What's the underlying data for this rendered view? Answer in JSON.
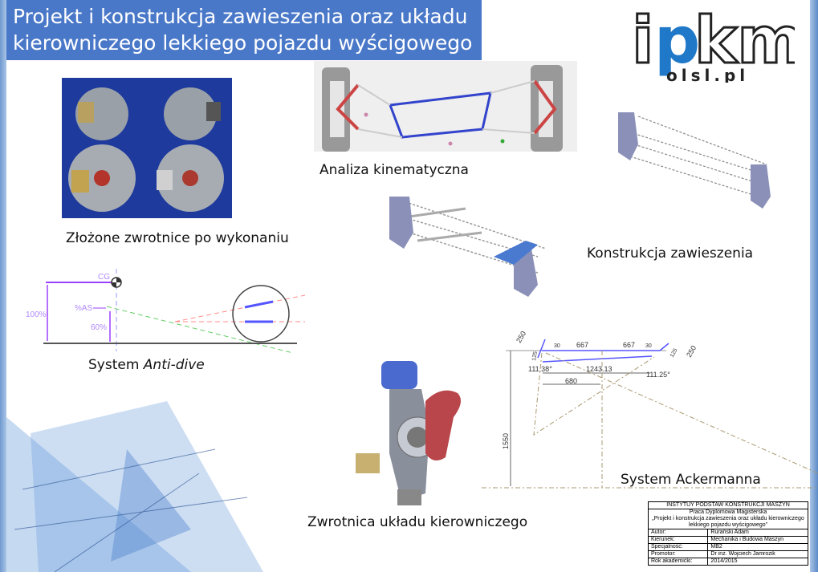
{
  "title": "Projekt i konstrukcja zawieszenia oraz układu kierowniczego lekkiego pojazdu wyścigowego",
  "logo": {
    "text": "ipkm",
    "sub": "polsl.pl"
  },
  "captions": {
    "knuckles": "Złożone zwrotnice po wykonaniu",
    "kinematics": "Analiza kinematyczna",
    "suspension": "Konstrukcja zawieszenia",
    "antidive_prefix": "System ",
    "antidive_italic": "Anti-dive",
    "ackermann": "System Ackermanna",
    "steering_knuckle": "Zwrotnica układu kierowniczego"
  },
  "antidive": {
    "cg": "CG",
    "as": "%AS",
    "h100": "100%",
    "h60": "60%"
  },
  "ackermann": {
    "d1": "667",
    "d2": "667",
    "d3": "1243.13",
    "d4": "680",
    "d5": "1550",
    "d6": "250",
    "d7": "250",
    "a1": "111.38°",
    "a2": "111.25°",
    "s1": "30",
    "s2": "30",
    "s3": "125",
    "s4": "125"
  },
  "title_block": {
    "institute": "INSTYTUY PODSTAW KONSTRUKCJI MASZYN",
    "thesis_type": "Praca Dyplomowa Magisterska",
    "thesis_title_1": "„Projekt i konstrukcja zawieszenia oraz układu kierowniczego",
    "thesis_title_2": "lekkiego pojazdu wyścigowego”",
    "rows": [
      {
        "label": "Autor:",
        "value": "Rurański Adam"
      },
      {
        "label": "Kierunek:",
        "value": "Mechanika i Budowa Maszyn"
      },
      {
        "label": "Specjalność:",
        "value": "MB2"
      },
      {
        "label": "Promotor:",
        "value": "Dr inż. Wojciech Jamrozik"
      },
      {
        "label": "Rok akademicki:",
        "value": "2014/2015"
      }
    ]
  },
  "colors": {
    "title_bg": "#4a78c8",
    "accent_purple": "#9a40ff",
    "logo_blue": "#1f78c8"
  }
}
